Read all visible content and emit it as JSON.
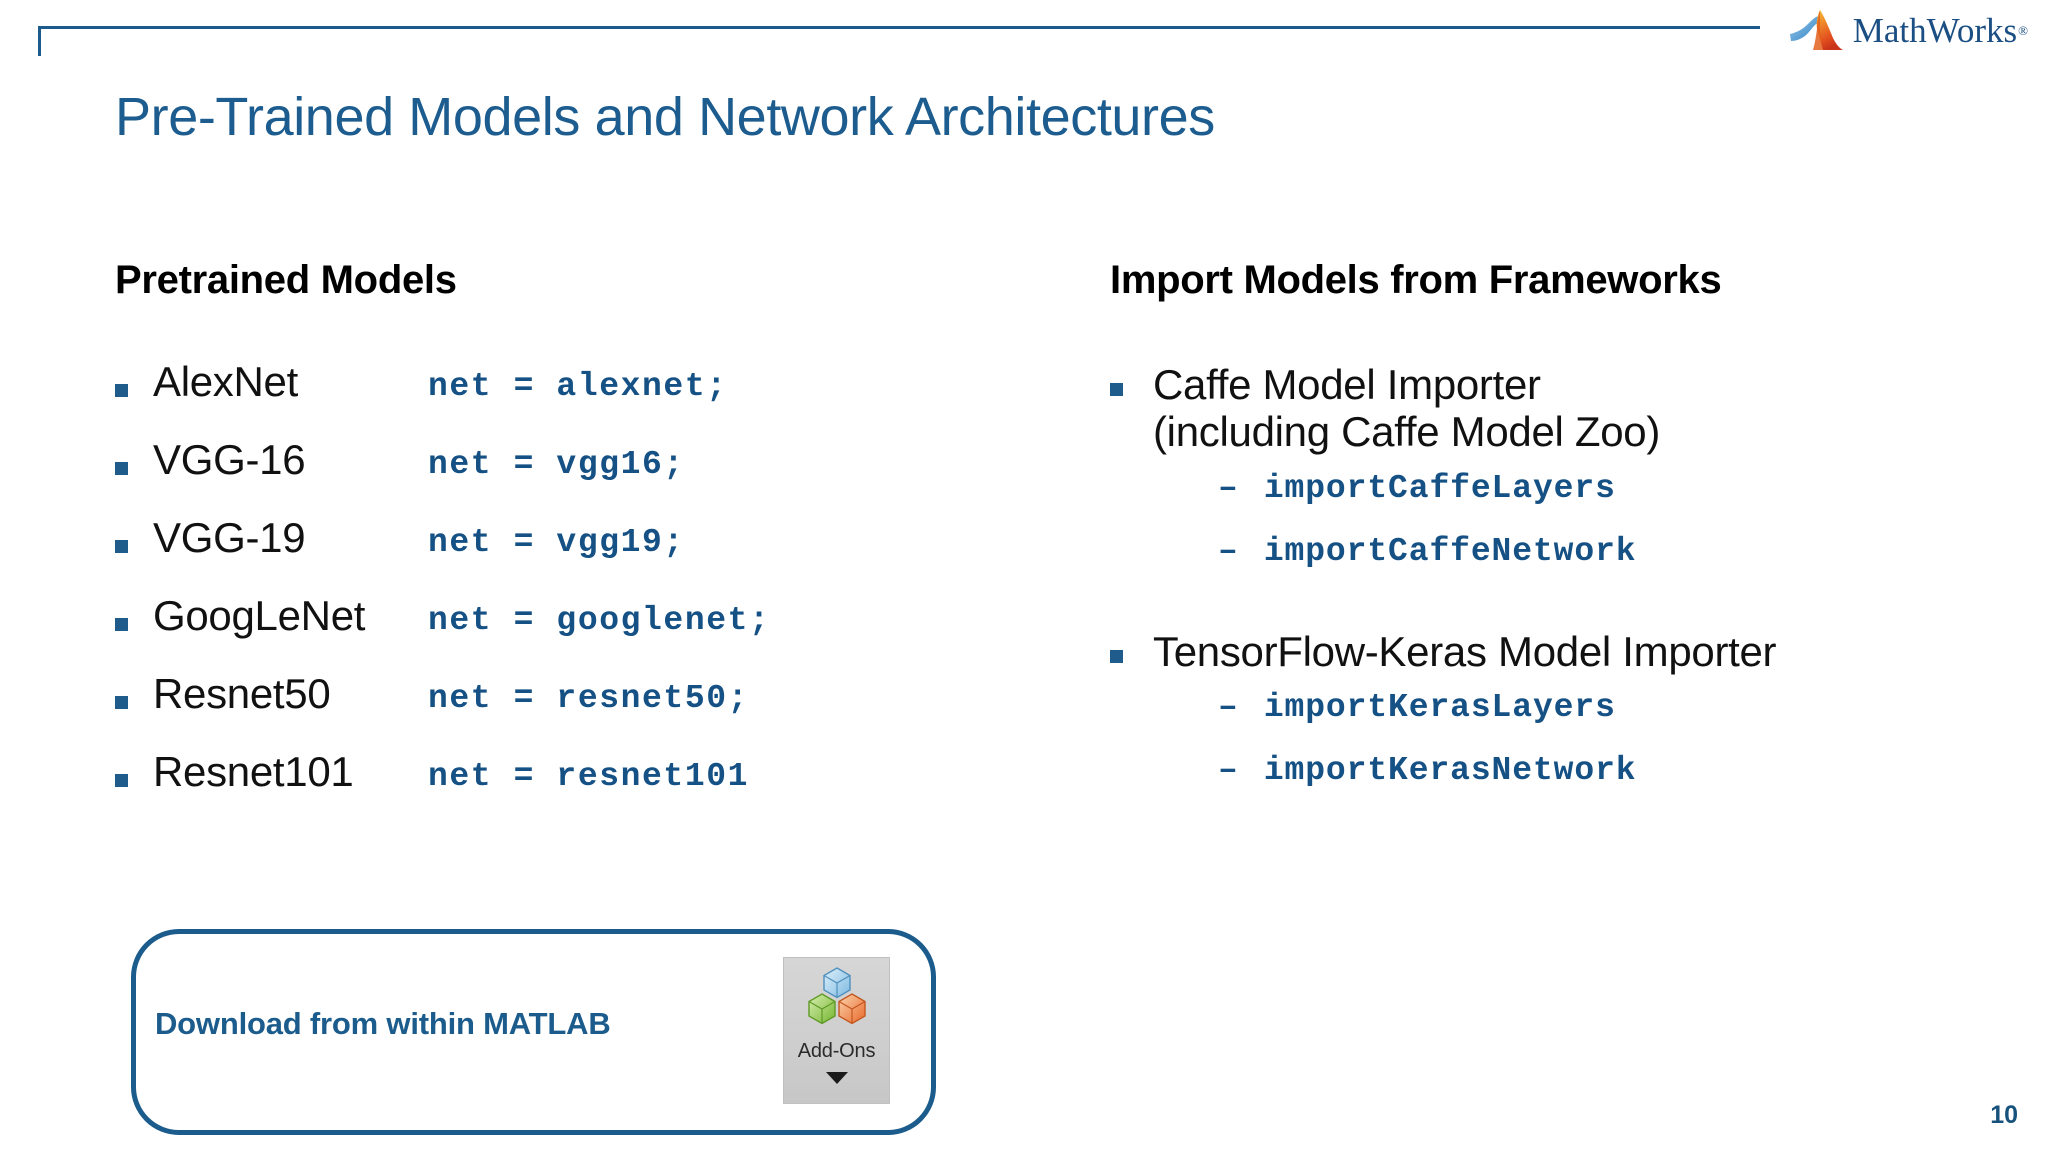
{
  "slide": {
    "title": "Pre-Trained Models and Network Architectures",
    "page_number": "10",
    "accent_color": "#1b5c8c",
    "code_color": "#155185",
    "title_color": "#1c5c8e"
  },
  "brand": {
    "name": "MathWorks",
    "registered_mark": "®",
    "logo_icon": "mathworks-membrane-icon"
  },
  "left_column": {
    "heading": "Pretrained Models",
    "models": [
      {
        "name": "AlexNet",
        "code": "net = alexnet;"
      },
      {
        "name": "VGG-16",
        "code": "net = vgg16;"
      },
      {
        "name": "VGG-19",
        "code": "net = vgg19;"
      },
      {
        "name": "GoogLeNet",
        "code": "net = googlenet;"
      },
      {
        "name": "Resnet50",
        "code": "net = resnet50;"
      },
      {
        "name": "Resnet101",
        "code": "net = resnet101"
      }
    ],
    "callout": {
      "label": "Download from within MATLAB",
      "button": {
        "label": "Add-Ons",
        "icon": "addons-cubes-icon",
        "caret": "chevron-down-icon"
      }
    }
  },
  "right_column": {
    "heading": "Import Models from Frameworks",
    "importers": [
      {
        "title": "Caffe Model Importer (including Caffe Model Zoo)",
        "title_line_1": "Caffe Model Importer",
        "title_line_2": "(including Caffe Model Zoo)",
        "functions": [
          "importCaffeLayers",
          "importCaffeNetwork"
        ]
      },
      {
        "title": "TensorFlow-Keras Model Importer",
        "title_line_1": "TensorFlow-Keras Model Importer",
        "title_line_2": "",
        "functions": [
          "importKerasLayers",
          "importKerasNetwork"
        ]
      }
    ],
    "sub_bullet_dash": "–"
  }
}
